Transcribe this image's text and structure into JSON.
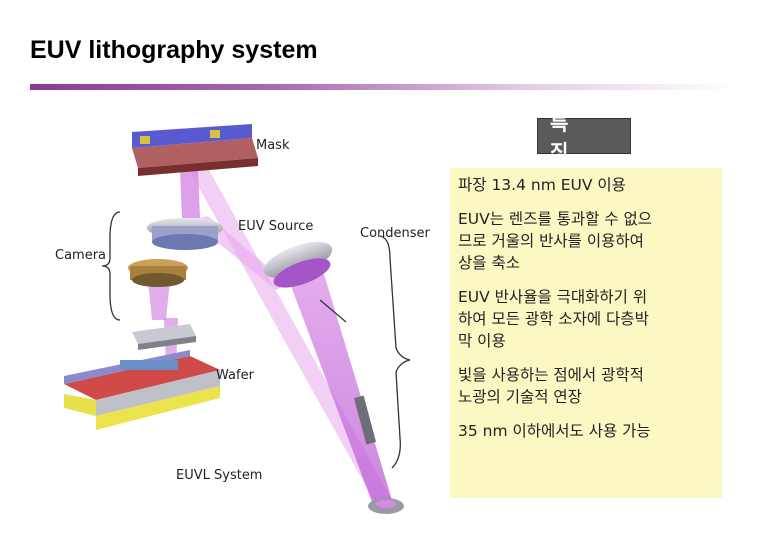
{
  "slide": {
    "title": "EUV lithography system"
  },
  "diagram_labels": {
    "mask": "Mask",
    "euv_source": "EUV Source",
    "camera": "Camera",
    "condenser": "Condenser",
    "wafer": "Wafer",
    "system": "EUVL System"
  },
  "features": {
    "heading": "특 징",
    "items": [
      "파장 13.4 nm EUV 이용",
      "EUV는 렌즈를 통과할 수 없으\n므로 거울의 반사를 이용하여\n상을 축소",
      "EUV 반사율을 극대화하기 위\n하여 모든 광학 소자에 다층박\n막 이용",
      "빛을 사용하는 점에서 광학적\n노광의 기술적 연장",
      "35 nm 이하에서도 사용 가능"
    ]
  }
}
